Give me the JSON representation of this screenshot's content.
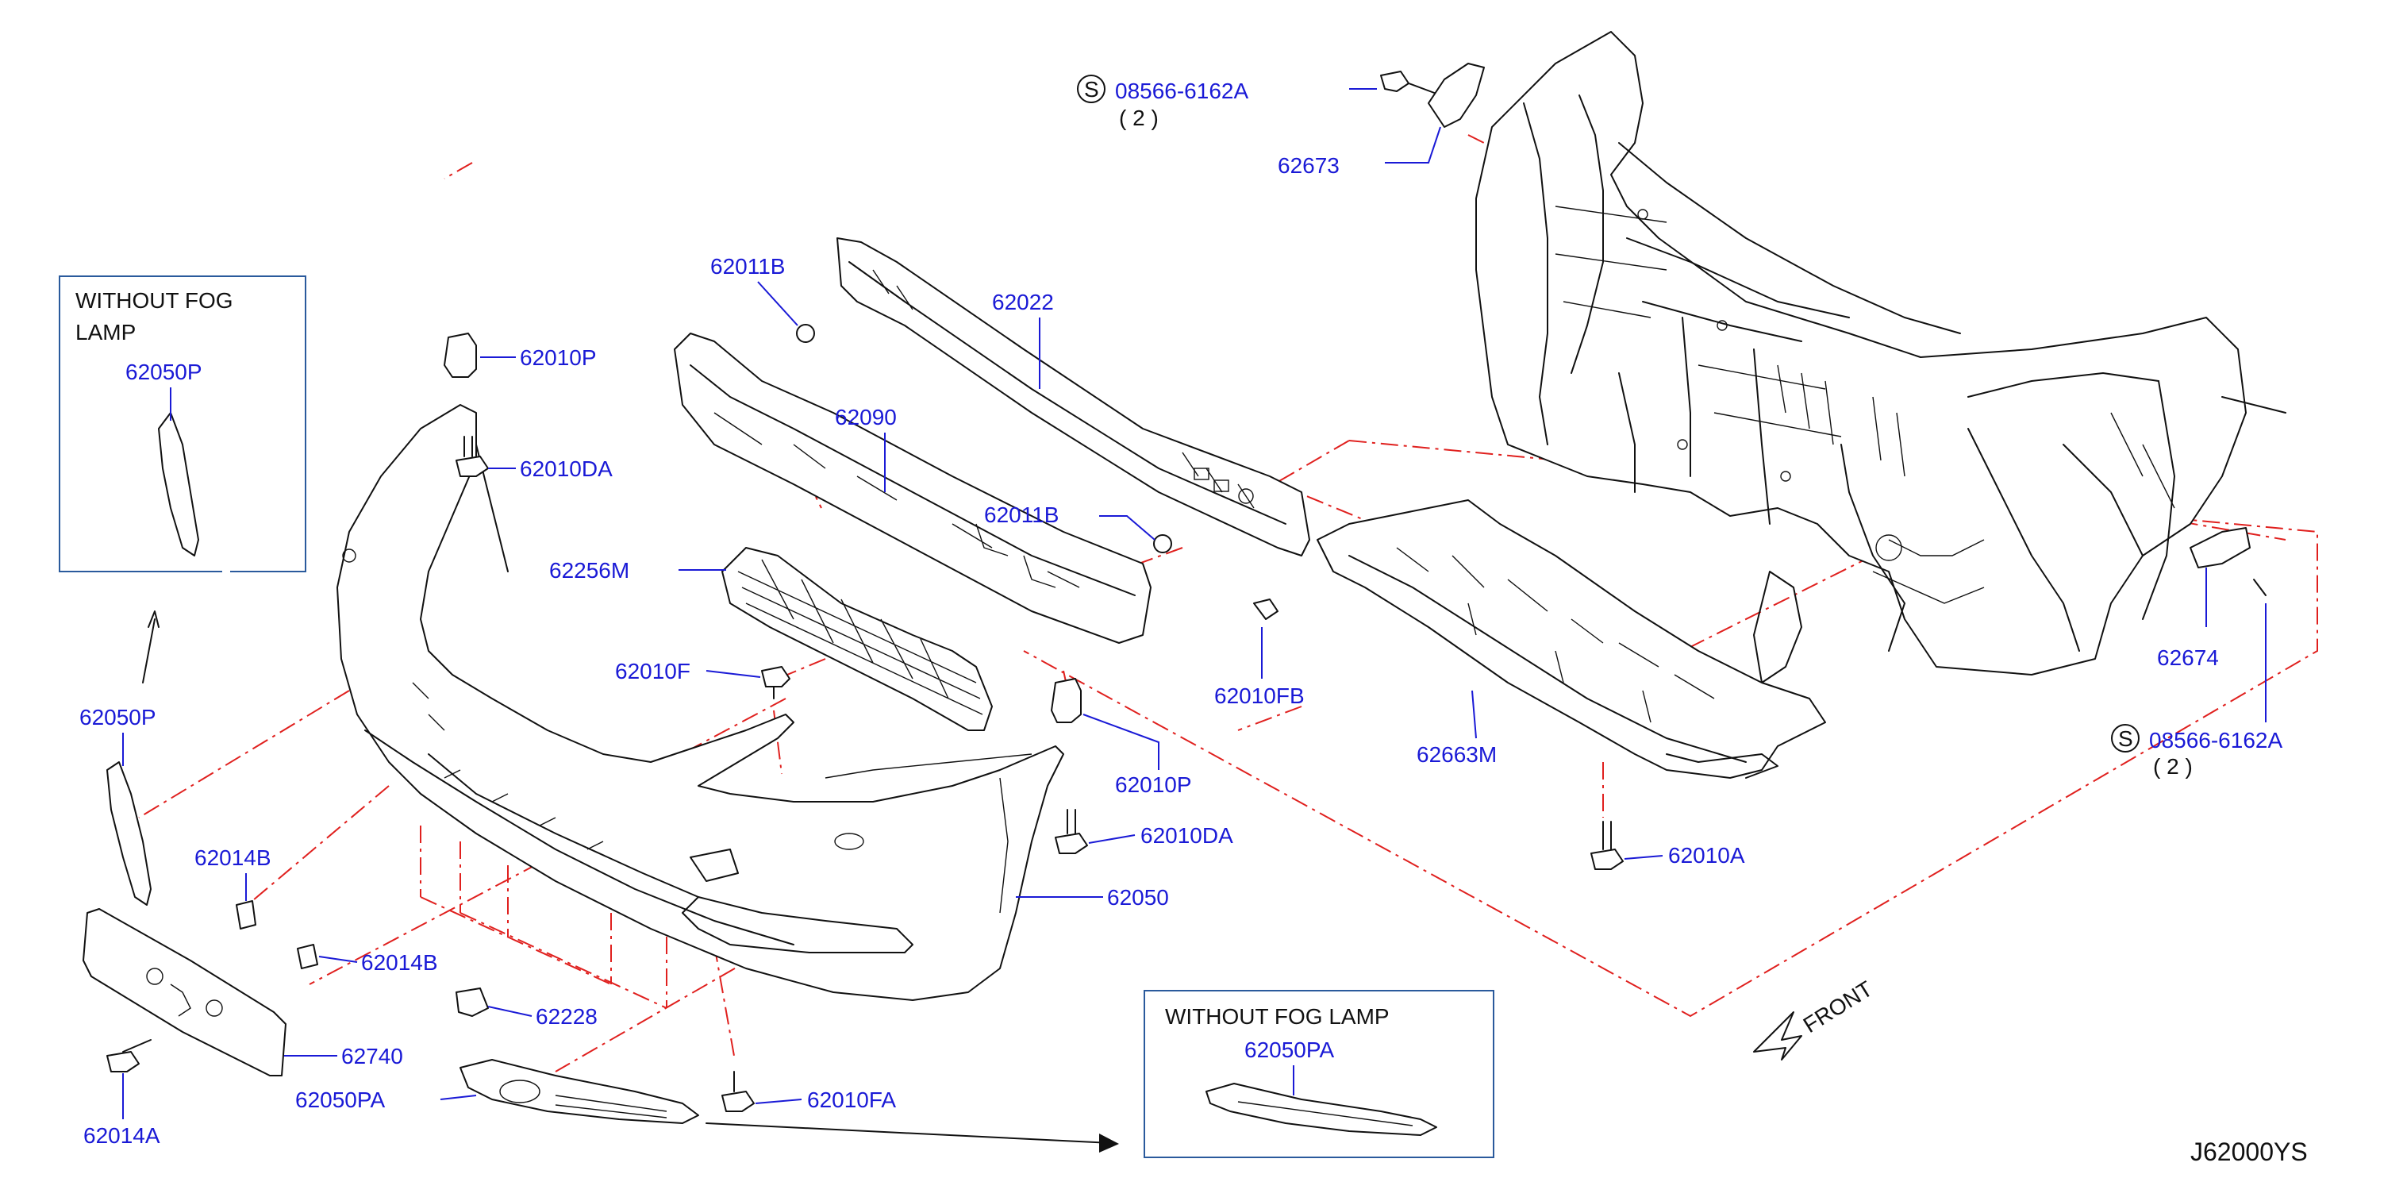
{
  "diagram_code": "J62000YS",
  "insets": [
    {
      "title_line1": "WITHOUT   FOG",
      "title_line2": "LAMP",
      "part": "62050P"
    },
    {
      "title_line1": "WITHOUT   FOG   LAMP",
      "part": "62050PA"
    }
  ],
  "front_label": "FRONT",
  "screw_callouts": [
    {
      "symbol": "S",
      "part": "08566-6162A",
      "qty": "( 2 )"
    },
    {
      "symbol": "S",
      "part": "08566-6162A",
      "qty": "( 2 )"
    }
  ],
  "labels": {
    "p62673": "62673",
    "p62011B_top": "62011B",
    "p62022": "62022",
    "p62090": "62090",
    "p62011B_mid": "62011B",
    "p62010P_top": "62010P",
    "p62010DA_top": "62010DA",
    "p62256M": "62256M",
    "p62010F": "62010F",
    "p62010FB": "62010FB",
    "p62663M": "62663M",
    "p62674": "62674",
    "p62050P_side": "62050P",
    "p62010P_right": "62010P",
    "p62010DA_right": "62010DA",
    "p62010A": "62010A",
    "p62014B_a": "62014B",
    "p62014B_b": "62014B",
    "p62050": "62050",
    "p62228": "62228",
    "p62740": "62740",
    "p62050PA": "62050PA",
    "p62010FA": "62010FA",
    "p62014A": "62014A"
  },
  "colors": {
    "label": "#1a1ad6",
    "line": "#111111",
    "guide": "#e0201e",
    "inset_border": "#2a5a9c"
  }
}
